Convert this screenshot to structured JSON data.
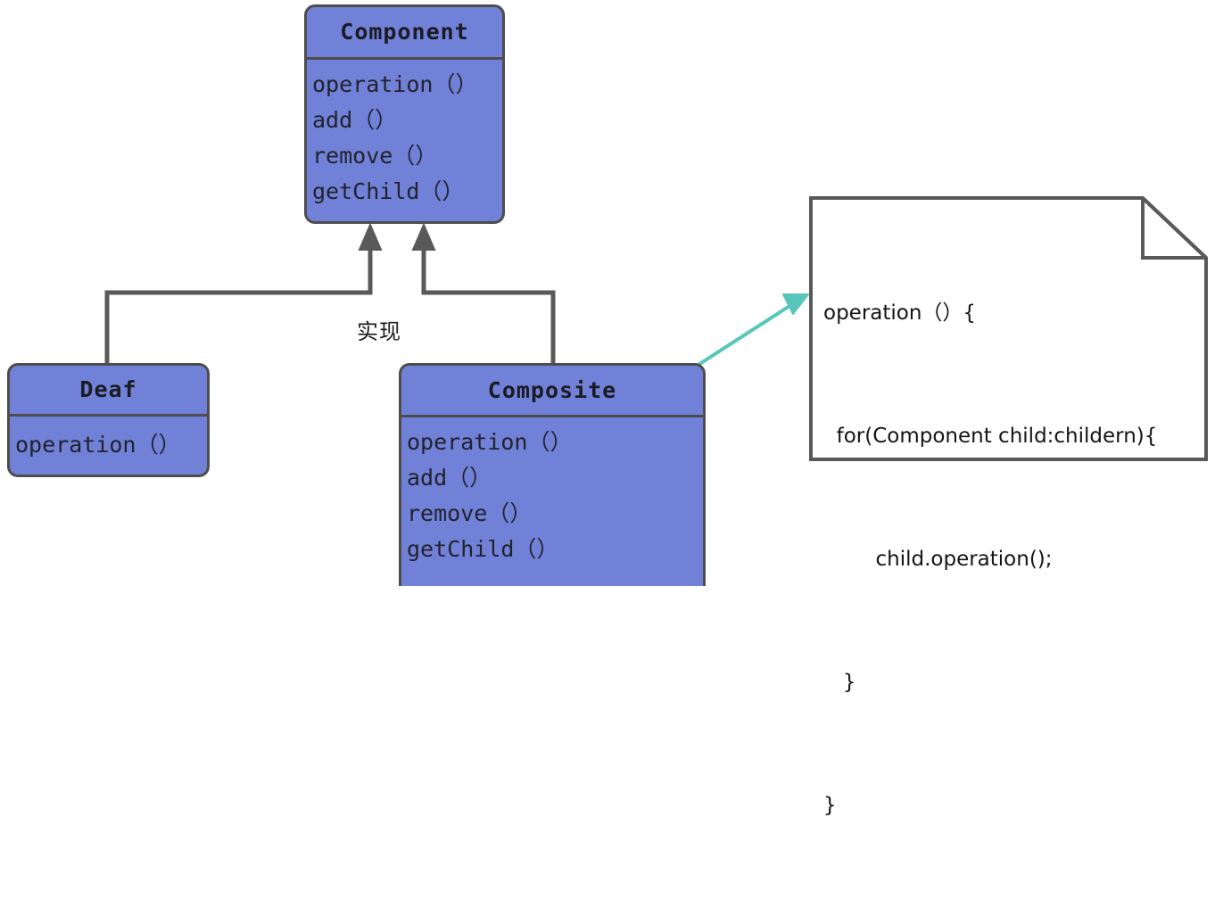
{
  "diagram": {
    "title": "Composite Pattern UML Class Diagram",
    "colors": {
      "class_fill": "#7181d7",
      "class_border": "#4d4d4d",
      "line": "#595959",
      "note_arrow": "#57c7bb",
      "text": "#22222e",
      "background": "#ffffff"
    }
  },
  "classes": {
    "component": {
      "name": "Component",
      "methods": [
        "operation（）",
        "add（）",
        "remove（）",
        "getChild（）"
      ]
    },
    "deaf": {
      "name": "Deaf",
      "methods": [
        "operation（）"
      ]
    },
    "composite": {
      "name": "Composite",
      "methods": [
        "operation（）",
        "add（）",
        "remove（）",
        "getChild（）"
      ]
    }
  },
  "relations": {
    "label": "实现",
    "deaf_to_component": "generalization-arrow",
    "composite_to_component": "generalization-arrow",
    "note_to_composite": "note-link-arrow"
  },
  "note": {
    "lines": [
      "operation（）{",
      "  for(Component child:childern){",
      "        child.operation();",
      "   }",
      "}"
    ]
  }
}
